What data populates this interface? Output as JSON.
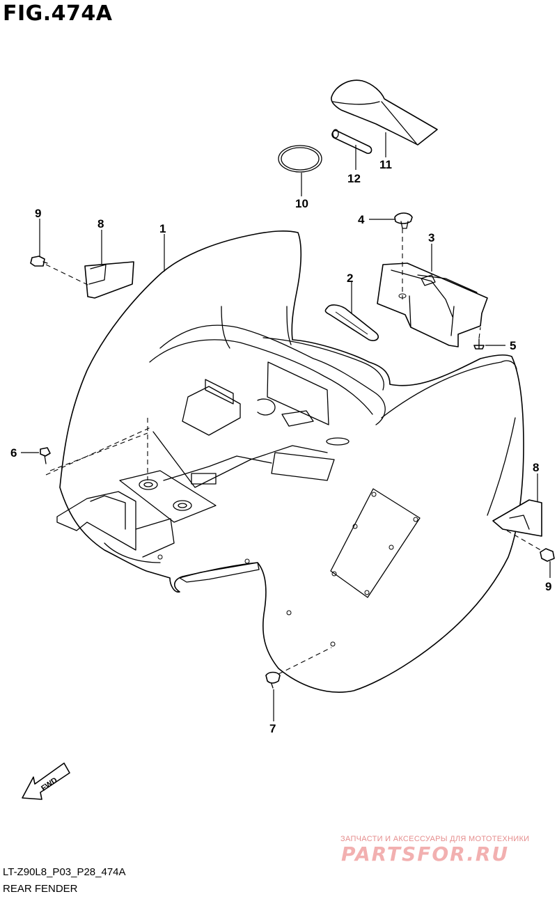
{
  "figure": {
    "title": "FIG.474A"
  },
  "callouts": [
    "1",
    "2",
    "3",
    "4",
    "5",
    "6",
    "7",
    "8",
    "8",
    "9",
    "9",
    "10",
    "11",
    "12"
  ],
  "direction_marker": {
    "label": "FWD"
  },
  "watermark": {
    "tagline": "ЗАПЧАСТИ И АКСЕССУАРЫ ДЛЯ МОТОТЕХНИКИ",
    "brand": "PARTSFOR.RU"
  },
  "footer": {
    "code": "LT-Z90L8_P03_P28_474A",
    "name": "REAR FENDER"
  }
}
